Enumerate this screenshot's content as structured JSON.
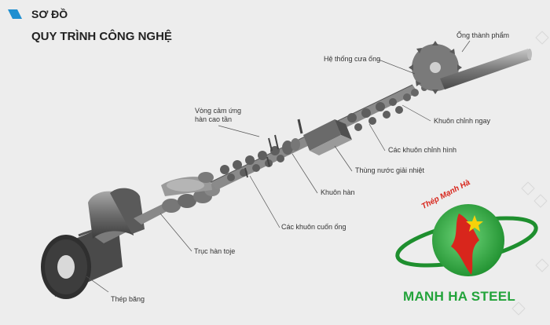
{
  "title": {
    "line1": "SƠ ĐỒ",
    "line2": "QUY TRÌNH CÔNG NGHỆ"
  },
  "labels": {
    "ong_thanh_pham": "Ống thành phẩm",
    "he_thong_cua_ong": "Hệ thống cưa ống",
    "vong_cam_ung_1": "Vòng cảm ứng",
    "vong_cam_ung_2": "hàn cao tần",
    "khuon_chinh_ngay": "Khuôn chỉnh ngay",
    "cac_khuon_chinh_hinh": "Các khuôn chỉnh hình",
    "thung_nuoc_giai_nhiet": "Thùng nước giải nhiệt",
    "khuon_han": "Khuôn hàn",
    "cac_khuon_cuon_ong": "Các khuôn cuốn ống",
    "truc_han_toe": "Trục hàn toje",
    "thep_bang": "Thép băng"
  },
  "logo": {
    "arc_text": "Thép Mạnh Hà",
    "brand": "MANH HA STEEL"
  },
  "colors": {
    "background": "#ededed",
    "accent_blue": "#1f8fd0",
    "logo_green": "#22a33a",
    "logo_red": "#d8261c",
    "machine_dark": "#5a5a5a",
    "machine_light": "#9a9a9a"
  }
}
